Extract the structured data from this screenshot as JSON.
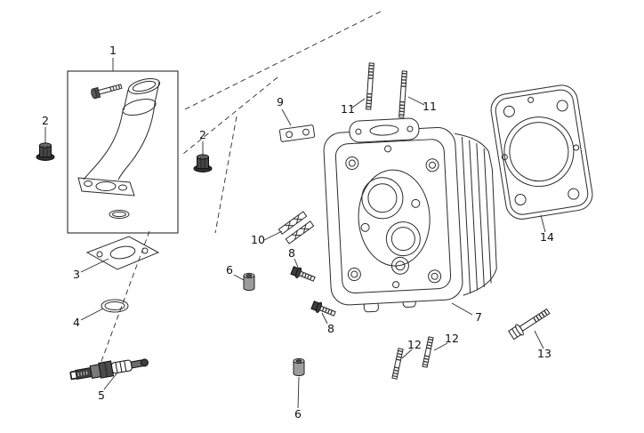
{
  "diagram": {
    "colors": {
      "line": "#2b2b2b",
      "background": "#ffffff",
      "metal_dark": "#3d3d3d"
    },
    "labels": {
      "n1": "1",
      "n2a": "2",
      "n2b": "2",
      "n3": "3",
      "n4": "4",
      "n5": "5",
      "n6a": "6",
      "n6b": "6",
      "n7": "7",
      "n8a": "8",
      "n8b": "8",
      "n9": "9",
      "n10": "10",
      "n11a": "11",
      "n11b": "11",
      "n12a": "12",
      "n12b": "12",
      "n13": "13",
      "n14": "14"
    }
  }
}
